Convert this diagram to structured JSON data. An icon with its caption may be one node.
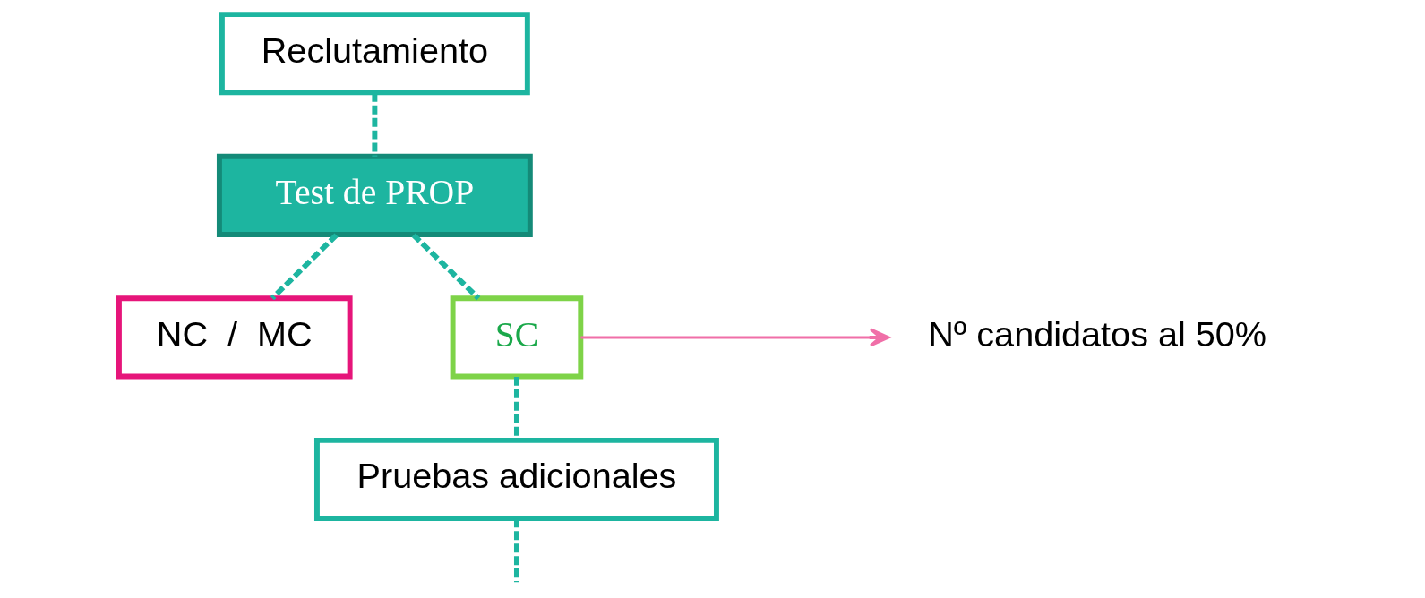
{
  "diagram": {
    "nodes": [
      {
        "text": [
          "Reclutamiento"
        ]
      },
      {
        "text": [
          "Test de PROP"
        ]
      },
      {
        "text": [
          "NC  /  MC"
        ]
      },
      {
        "text": [
          "SC"
        ]
      },
      {
        "text": [
          "Nº candidatos al 50%"
        ]
      },
      {
        "text": [
          "Pruebas adicionales"
        ]
      }
    ],
    "edges": [
      {
        "from": 0,
        "to": 1,
        "arrow": "none",
        "style": "dashed"
      },
      {
        "from": 1,
        "to": 2,
        "arrow": "none",
        "style": "dashed"
      },
      {
        "from": 1,
        "to": 3,
        "arrow": "none",
        "style": "dashed"
      },
      {
        "from": 3,
        "to": 4,
        "arrow": "to",
        "color": "#f06fa8"
      },
      {
        "from": 3,
        "to": 5,
        "arrow": "none",
        "style": "dashed"
      },
      {
        "from": 5,
        "to": null,
        "arrow": "none",
        "style": "dashed"
      }
    ]
  }
}
